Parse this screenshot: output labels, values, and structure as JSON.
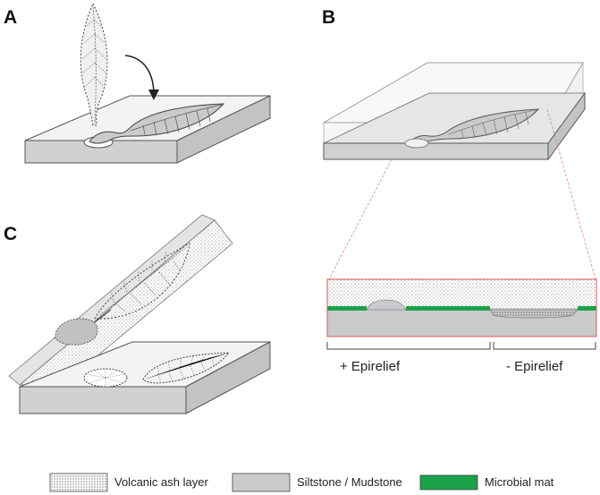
{
  "panels": {
    "a": "A",
    "b": "B",
    "c": "C"
  },
  "profile": {
    "pos_label": "+ Epirelief",
    "neg_label": "- Epirelief"
  },
  "legend": {
    "ash": "Volcanic ash layer",
    "silt": "Siltstone / Mudstone",
    "mat": "Microbial mat"
  },
  "colors": {
    "slab_top": "#f2f3f4",
    "slab_side": "#cfd1d3",
    "leaf_fill": "#c9cacc",
    "siltstone": "#c8cacc",
    "microbial_mat": "#1aa24a",
    "inset_border": "#e05a5a",
    "zoom_lines": "#e88080"
  },
  "icons": {
    "arrow": "curved-arrow-icon"
  }
}
